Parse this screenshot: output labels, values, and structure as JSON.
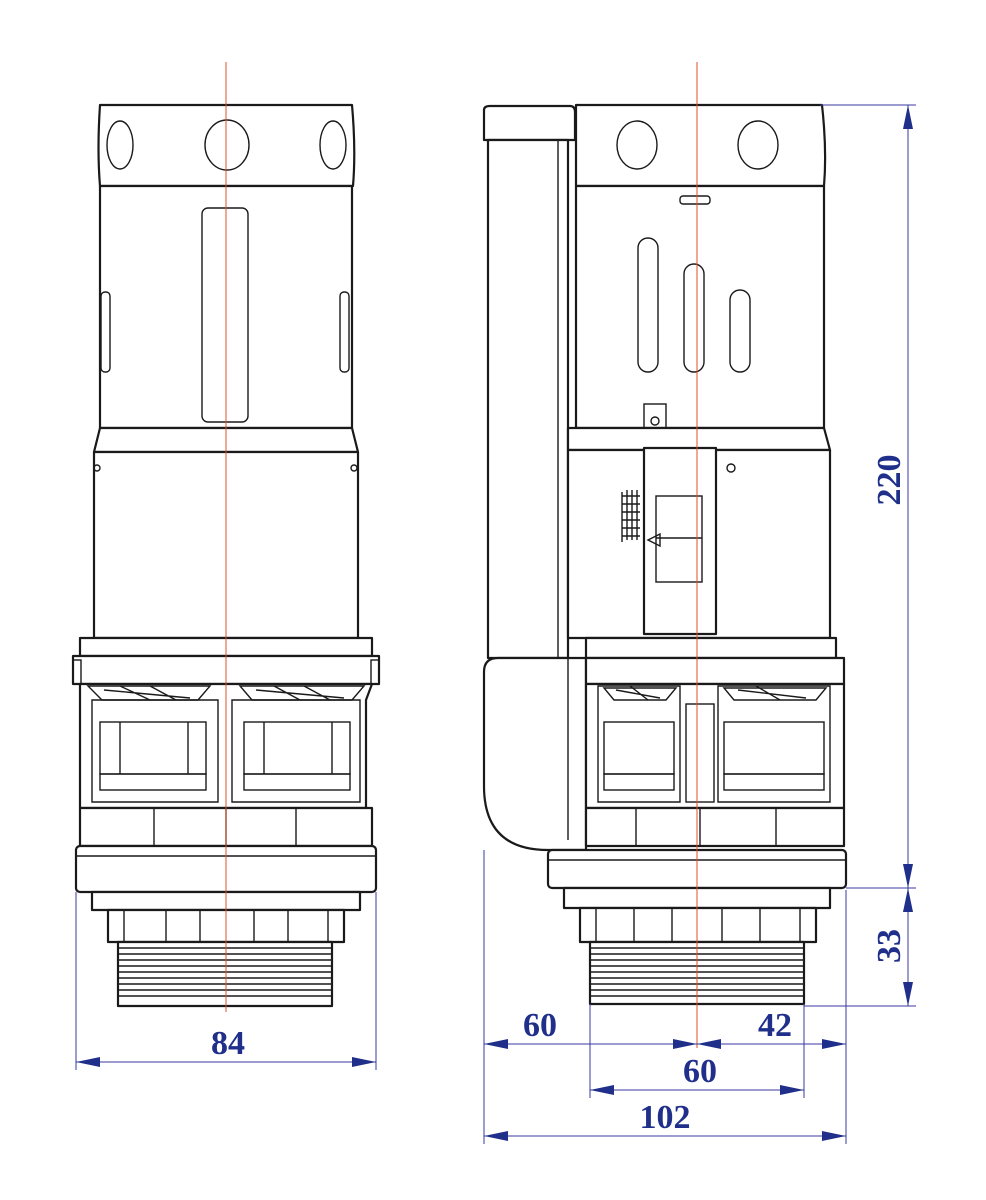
{
  "colors": {
    "outline": "#1a1a1a",
    "centerline": "#e0502a",
    "dimension_line": "#3a3aa0",
    "dimension_text": "#1f2f8a",
    "background": "#ffffff"
  },
  "dimensions": {
    "front_width": "84",
    "left_offset": "60",
    "right_offset": "42",
    "thread_width": "60",
    "total_width": "102",
    "total_height": "220",
    "bottom_height": "33"
  }
}
